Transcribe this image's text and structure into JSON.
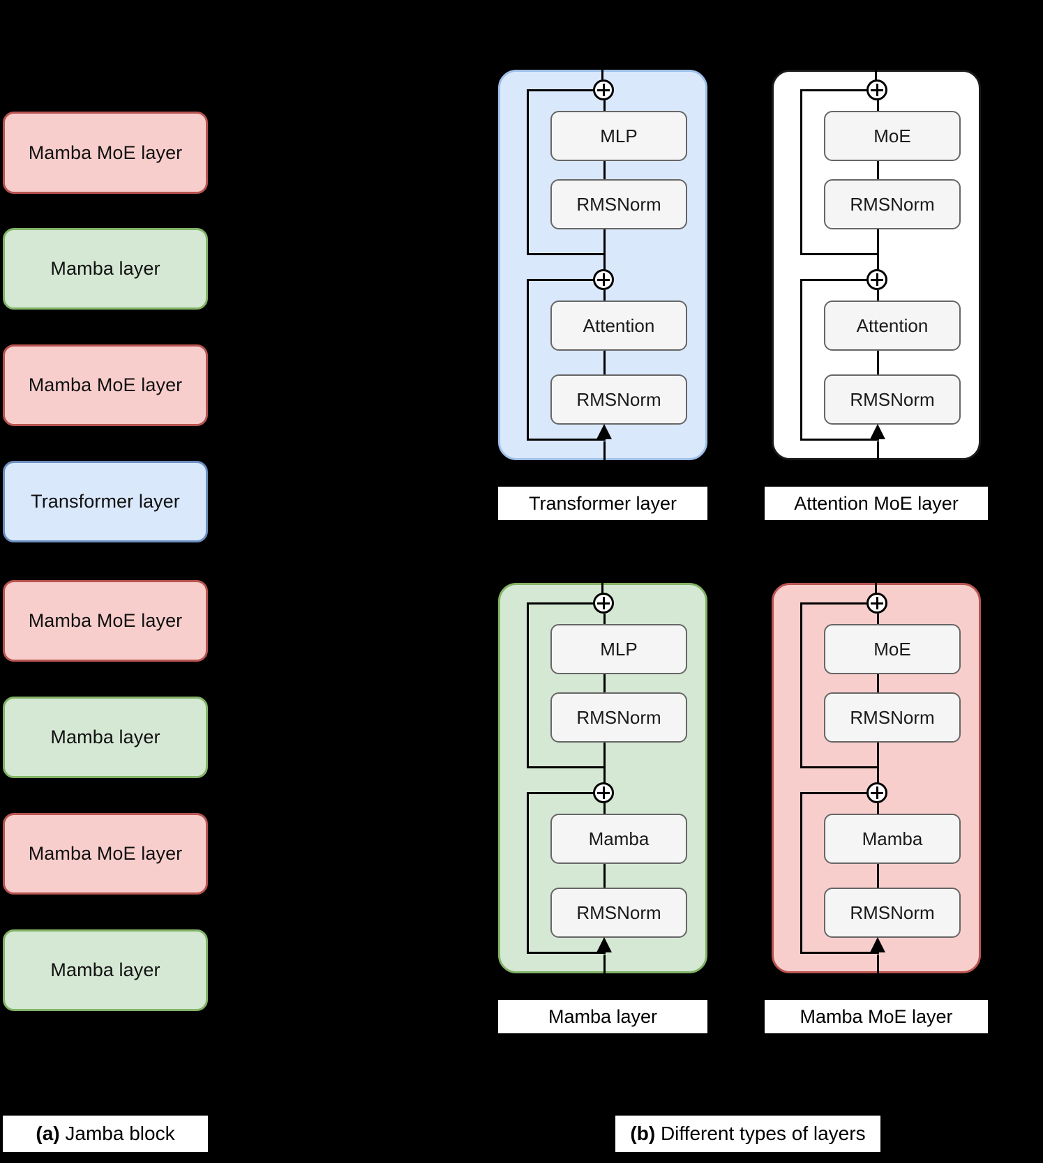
{
  "figure": {
    "caption_a_tag": "(a)",
    "caption_a_text": " Jamba block",
    "caption_b_tag": "(b)",
    "caption_b_text": " Different types of layers"
  },
  "colors": {
    "pink_fill": "#f8cecc",
    "pink_border": "#b85450",
    "green_fill": "#d5e8d4",
    "green_border": "#82b366",
    "blue_fill": "#dae8fc",
    "blue_border": "#6c8ebf",
    "white_fill": "#ffffff",
    "black_border": "#1a1a1a",
    "op_box_fill": "#f5f5f5",
    "op_box_border": "#666666",
    "wire": "#000000"
  },
  "jamba_block": {
    "layers": [
      {
        "label": "Mamba MoE layer",
        "style": "pink"
      },
      {
        "label": "Mamba layer",
        "style": "green"
      },
      {
        "label": "Mamba MoE layer",
        "style": "pink"
      },
      {
        "label": "Transformer layer",
        "style": "blue"
      },
      {
        "label": "Mamba MoE layer",
        "style": "pink"
      },
      {
        "label": "Mamba layer",
        "style": "green"
      },
      {
        "label": "Mamba MoE layer",
        "style": "pink"
      },
      {
        "label": "Mamba layer",
        "style": "green"
      }
    ]
  },
  "layer_types": [
    {
      "label": "Transformer layer",
      "style": "blue",
      "ops": [
        "MLP",
        "RMSNorm",
        "Attention",
        "RMSNorm"
      ],
      "adders": 2
    },
    {
      "label": "Attention MoE layer",
      "style": "white",
      "ops": [
        "MoE",
        "RMSNorm",
        "Attention",
        "RMSNorm"
      ],
      "adders": 2
    },
    {
      "label": "Mamba layer",
      "style": "green",
      "ops": [
        "MLP",
        "RMSNorm",
        "Mamba",
        "RMSNorm"
      ],
      "adders": 2
    },
    {
      "label": "Mamba MoE layer",
      "style": "pink",
      "ops": [
        "MoE",
        "RMSNorm",
        "Mamba",
        "RMSNorm"
      ],
      "adders": 2
    }
  ]
}
